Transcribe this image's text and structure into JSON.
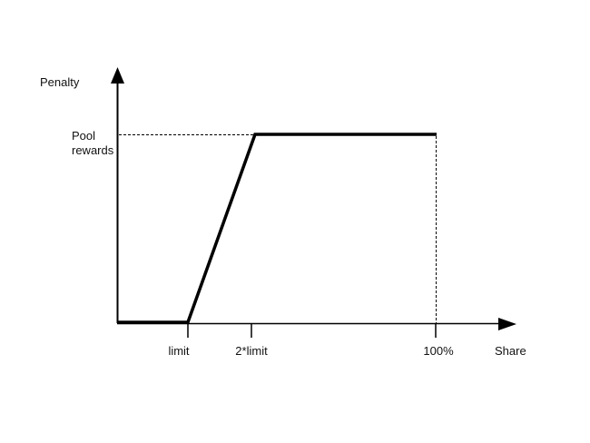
{
  "chart_data": {
    "type": "line",
    "xlabel": "Share",
    "ylabel": "Penalty",
    "x_ticks": [
      "limit",
      "2*limit",
      "100%"
    ],
    "y_ticks": [
      [
        "Pool",
        "rewards"
      ]
    ],
    "series": [
      {
        "x": [
          "0",
          "limit",
          "2*limit",
          "100%"
        ],
        "y": [
          "0",
          "0",
          "Pool rewards",
          "Pool rewards"
        ]
      }
    ],
    "grid": false,
    "reference_lines": "dashed at y = Pool rewards and at x = 100%",
    "colors": {
      "line": "#000000",
      "axis": "#000000"
    }
  }
}
